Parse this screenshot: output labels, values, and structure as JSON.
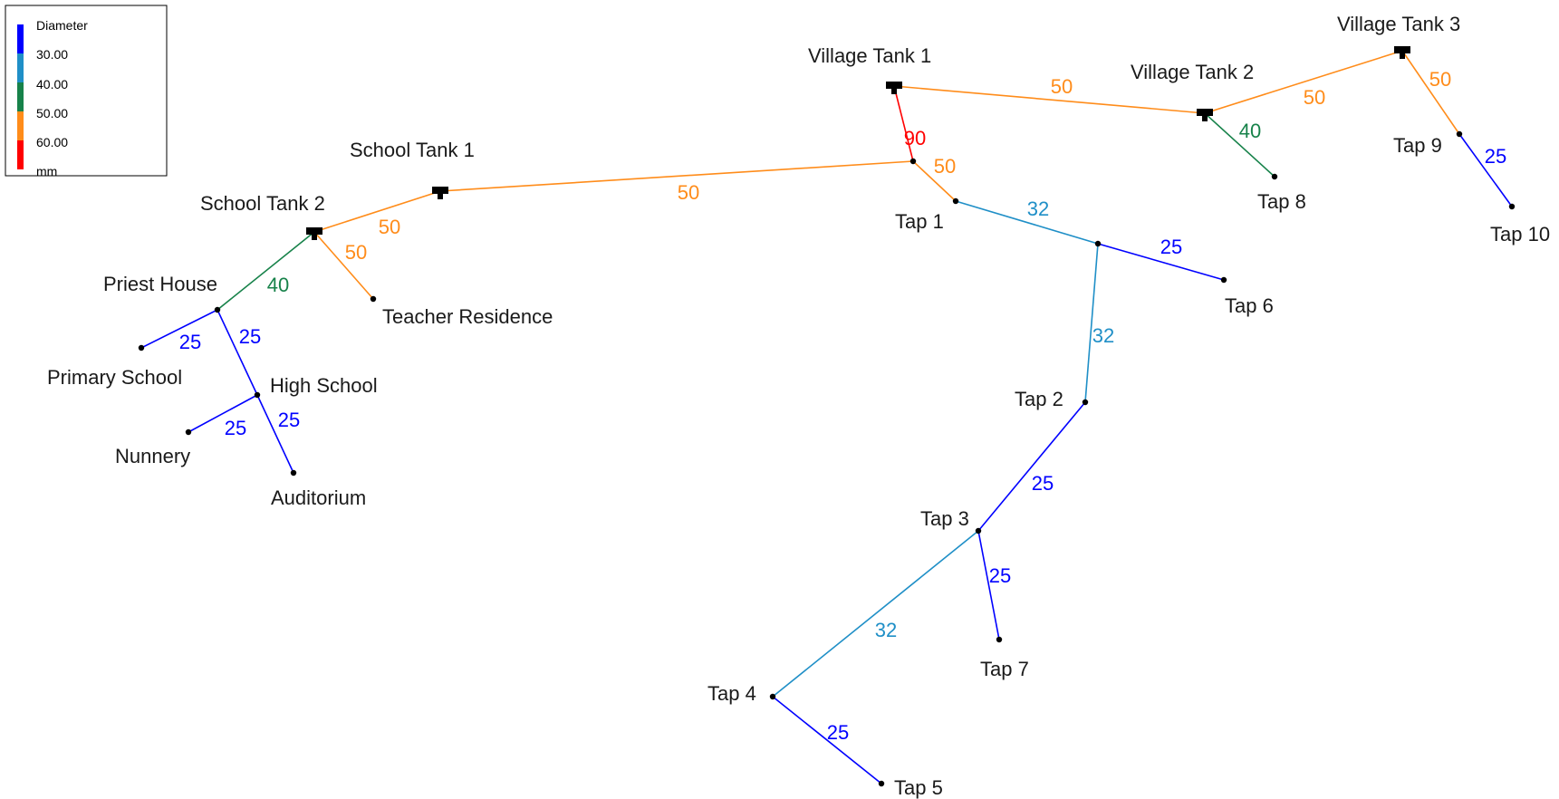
{
  "legend": {
    "title": "Diameter",
    "unit": "mm",
    "entries": [
      {
        "label": "30.00",
        "color": "#0000ff"
      },
      {
        "label": "40.00",
        "color": "#1f8fc7"
      },
      {
        "label": "50.00",
        "color": "#17824a"
      },
      {
        "label": "60.00",
        "color": "#ff8c1a"
      }
    ],
    "bottom_color": "#ff0000"
  },
  "nodes": [
    {
      "id": "vt1",
      "label": "Village Tank 1",
      "kind": "tank"
    },
    {
      "id": "vt2",
      "label": "Village Tank 2",
      "kind": "tank"
    },
    {
      "id": "vt3",
      "label": "Village Tank 3",
      "kind": "tank"
    },
    {
      "id": "st1",
      "label": "School Tank 1",
      "kind": "tank"
    },
    {
      "id": "st2",
      "label": "School Tank 2",
      "kind": "tank"
    },
    {
      "id": "j1",
      "label": "",
      "kind": "junction"
    },
    {
      "id": "tap1",
      "label": "Tap 1",
      "kind": "junction"
    },
    {
      "id": "j6",
      "label": "",
      "kind": "junction"
    },
    {
      "id": "tap2",
      "label": "Tap 2",
      "kind": "junction"
    },
    {
      "id": "tap3",
      "label": "Tap 3",
      "kind": "junction"
    },
    {
      "id": "tap4",
      "label": "Tap 4",
      "kind": "junction"
    },
    {
      "id": "tap5",
      "label": "Tap 5",
      "kind": "junction"
    },
    {
      "id": "tap6",
      "label": "Tap 6",
      "kind": "junction"
    },
    {
      "id": "tap7",
      "label": "Tap 7",
      "kind": "junction"
    },
    {
      "id": "tap8",
      "label": "Tap 8",
      "kind": "junction"
    },
    {
      "id": "tap9",
      "label": "Tap 9",
      "kind": "junction"
    },
    {
      "id": "tap10",
      "label": "Tap 10",
      "kind": "junction"
    },
    {
      "id": "teacher",
      "label": "Teacher Residence",
      "kind": "junction"
    },
    {
      "id": "priest",
      "label": "Priest House",
      "kind": "junction"
    },
    {
      "id": "primary",
      "label": "Primary School",
      "kind": "junction"
    },
    {
      "id": "high",
      "label": "High School",
      "kind": "junction"
    },
    {
      "id": "nunnery",
      "label": "Nunnery",
      "kind": "junction"
    },
    {
      "id": "auditorium",
      "label": "Auditorium",
      "kind": "junction"
    }
  ],
  "pipes": [
    {
      "from": "vt1",
      "to": "vt2",
      "label": "50",
      "color": "#ff8c1a"
    },
    {
      "from": "vt2",
      "to": "vt3",
      "label": "50",
      "color": "#ff8c1a"
    },
    {
      "from": "vt3",
      "to": "tap9",
      "label": "50",
      "color": "#ff8c1a"
    },
    {
      "from": "tap9",
      "to": "tap10",
      "label": "25",
      "color": "#0000ff"
    },
    {
      "from": "vt2",
      "to": "tap8",
      "label": "40",
      "color": "#17824a"
    },
    {
      "from": "vt1",
      "to": "j1",
      "label": "90",
      "color": "#ff0000"
    },
    {
      "from": "j1",
      "to": "tap1",
      "label": "50",
      "color": "#ff8c1a"
    },
    {
      "from": "j1",
      "to": "st1",
      "label": "50",
      "color": "#ff8c1a"
    },
    {
      "from": "st1",
      "to": "st2",
      "label": "50",
      "color": "#ff8c1a"
    },
    {
      "from": "st2",
      "to": "teacher",
      "label": "50",
      "color": "#ff8c1a"
    },
    {
      "from": "st2",
      "to": "priest",
      "label": "40",
      "color": "#17824a"
    },
    {
      "from": "priest",
      "to": "primary",
      "label": "25",
      "color": "#0000ff"
    },
    {
      "from": "priest",
      "to": "high",
      "label": "25",
      "color": "#0000ff"
    },
    {
      "from": "high",
      "to": "nunnery",
      "label": "25",
      "color": "#0000ff"
    },
    {
      "from": "high",
      "to": "auditorium",
      "label": "25",
      "color": "#0000ff"
    },
    {
      "from": "tap1",
      "to": "j6",
      "label": "32",
      "color": "#1f8fc7"
    },
    {
      "from": "j6",
      "to": "tap6",
      "label": "25",
      "color": "#0000ff"
    },
    {
      "from": "j6",
      "to": "tap2",
      "label": "32",
      "color": "#1f8fc7"
    },
    {
      "from": "tap2",
      "to": "tap3",
      "label": "25",
      "color": "#0000ff"
    },
    {
      "from": "tap3",
      "to": "tap7",
      "label": "25",
      "color": "#0000ff"
    },
    {
      "from": "tap3",
      "to": "tap4",
      "label": "32",
      "color": "#1f8fc7"
    },
    {
      "from": "tap4",
      "to": "tap5",
      "label": "25",
      "color": "#0000ff"
    }
  ]
}
